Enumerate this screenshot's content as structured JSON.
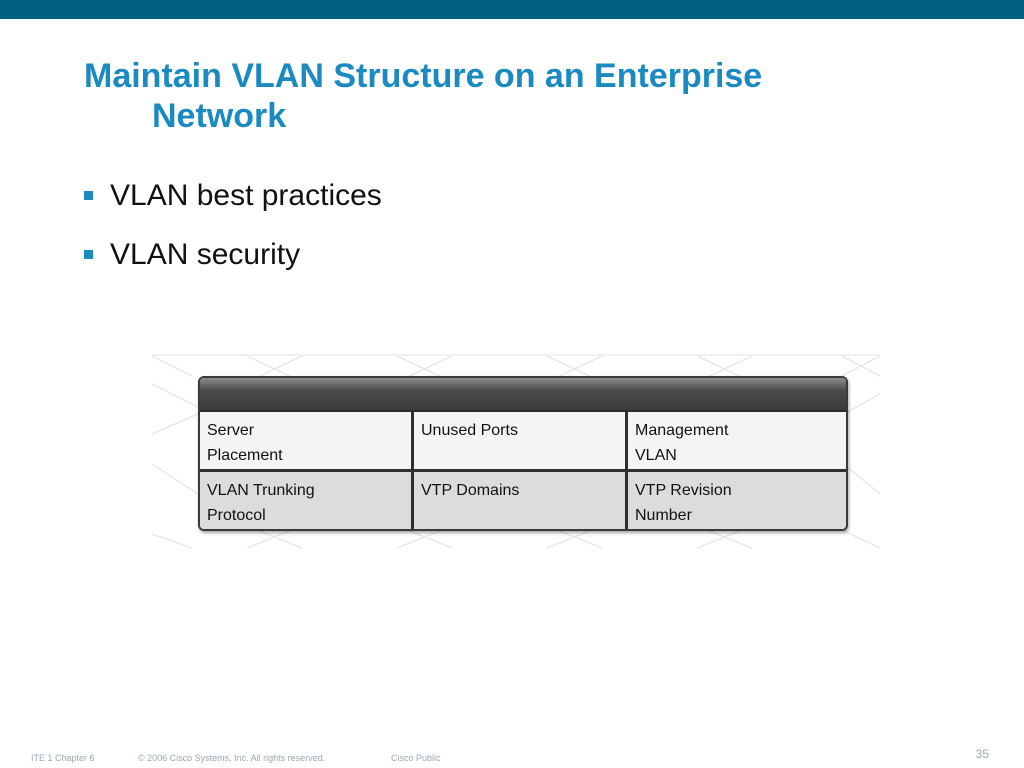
{
  "slide": {
    "title_line1": "Maintain VLAN Structure on an Enterprise",
    "title_line2": "Network",
    "bullets": [
      {
        "text": "VLAN best practices"
      },
      {
        "text": "VLAN security"
      }
    ]
  },
  "table": {
    "rows": [
      {
        "cells": [
          {
            "line1": "Server",
            "line2": "Placement"
          },
          {
            "line1": "Unused Ports",
            "line2": ""
          },
          {
            "line1": "Management",
            "line2": "VLAN"
          }
        ]
      },
      {
        "cells": [
          {
            "line1": "VLAN Trunking",
            "line2": "Protocol"
          },
          {
            "line1": "VTP Domains",
            "line2": ""
          },
          {
            "line1": "VTP Revision",
            "line2": "Number"
          }
        ]
      }
    ]
  },
  "footer": {
    "chapter": "ITE 1 Chapter 6",
    "copyright": "© 2006 Cisco Systems, Inc. All rights reserved.",
    "classification": "Cisco Public",
    "page_number": "35"
  },
  "colors": {
    "top_bar": "#00607f",
    "title": "#1a8ac0",
    "bullet": "#1a8ac0",
    "footer_text": "#9aa8b4"
  }
}
